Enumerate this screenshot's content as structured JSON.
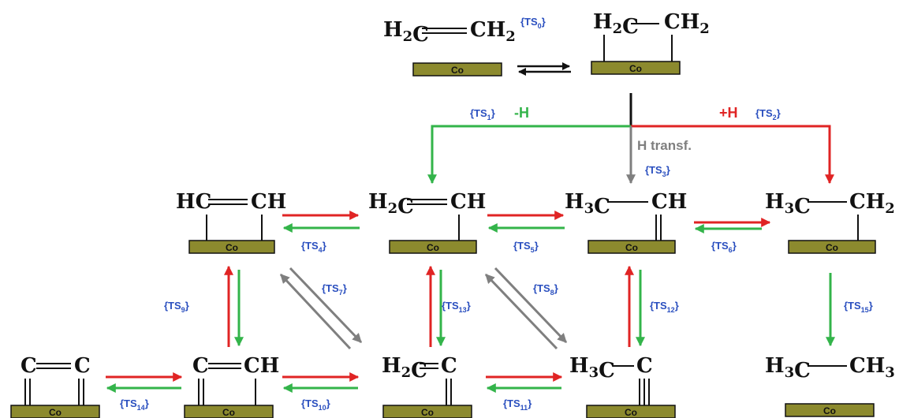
{
  "surface_label": "Co",
  "colors": {
    "surface_fill": "#8c8a2e",
    "dehydrogenation": "#33b44a",
    "hydrogenation": "#e02424",
    "h_transfer": "#7f7f7f",
    "ts_label": "#2a4fbf",
    "text": "#111111"
  },
  "species": {
    "ethylene_gas": {
      "left": "H2C",
      "right": "CH2"
    },
    "ethylene_ads": {
      "left": "H2C",
      "right": "CH2"
    },
    "acetylene": {
      "left": "HC",
      "right": "CH"
    },
    "vinyl": {
      "left": "H2C",
      "right": "CH"
    },
    "ethylidyne_h3cch": {
      "left": "H3C",
      "right": "CH"
    },
    "ethyl": {
      "left": "H3C",
      "right": "CH2"
    },
    "c2": {
      "left": "C",
      "right": "C"
    },
    "ccH": {
      "left": "C",
      "right": "CH"
    },
    "vinylidene": {
      "left": "H2C",
      "right": "C"
    },
    "ethylidyne": {
      "left": "H3C",
      "right": "C"
    },
    "ethane": {
      "left": "H3C",
      "right": "CH3"
    }
  },
  "steps": {
    "ts0": {
      "base": "{TS",
      "sub": "0",
      "close": "}"
    },
    "ts1": {
      "base": "{TS",
      "sub": "1",
      "close": "}"
    },
    "ts2": {
      "base": "{TS",
      "sub": "2",
      "close": "}"
    },
    "ts3": {
      "base": "{TS",
      "sub": "3",
      "close": "}"
    },
    "ts4": {
      "base": "{TS",
      "sub": "4",
      "close": "}"
    },
    "ts5": {
      "base": "{TS",
      "sub": "5",
      "close": "}"
    },
    "ts6": {
      "base": "{TS",
      "sub": "6",
      "close": "}"
    },
    "ts7": {
      "base": "{TS",
      "sub": "7",
      "close": "}"
    },
    "ts8": {
      "base": "{TS",
      "sub": "8",
      "close": "}"
    },
    "ts9": {
      "base": "{TS",
      "sub": "9",
      "close": "}"
    },
    "ts10": {
      "base": "{TS",
      "sub": "10",
      "close": "}"
    },
    "ts11": {
      "base": "{TS",
      "sub": "11",
      "close": "}"
    },
    "ts12": {
      "base": "{TS",
      "sub": "12",
      "close": "}"
    },
    "ts13": {
      "base": "{TS",
      "sub": "13",
      "close": "}"
    },
    "ts14": {
      "base": "{TS",
      "sub": "14",
      "close": "}"
    },
    "ts15": {
      "base": "{TS",
      "sub": "15",
      "close": "}"
    }
  },
  "branch_labels": {
    "minus_h": "-H",
    "plus_h": "+H",
    "h_transfer": "H transf."
  }
}
